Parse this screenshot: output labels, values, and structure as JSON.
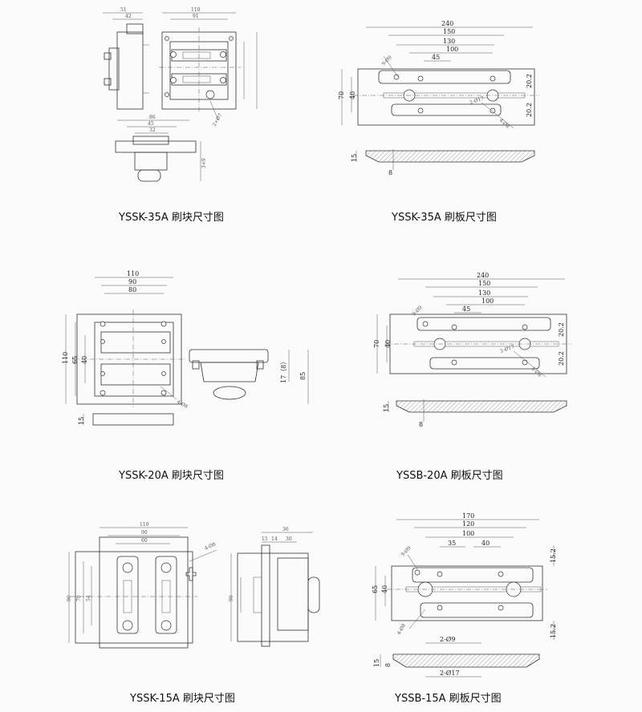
{
  "captions": {
    "p1": "YSSK-35A 刷块尺寸图",
    "p2": "YSSK-35A 刷板尺寸图",
    "p3": "YSSK-20A 刷块尺寸图",
    "p4": "YSSB-20A 刷板尺寸图",
    "p5": "YSSK-15A 刷块尺寸图",
    "p6": "YSSB-15A 刷板尺寸图"
  },
  "p1_dims": {
    "a": "51",
    "b": "42",
    "c": "110",
    "d": "91",
    "e": "2×Ø7",
    "f": "86",
    "g": "45",
    "h": "32",
    "i": "3×9"
  },
  "p2_dims": {
    "w240": "240",
    "w150": "150",
    "w130": "130",
    "w100": "100",
    "w45": "45",
    "h70": "70",
    "h40": "40",
    "r202a": "20.2",
    "r202b": "20.2",
    "hole9": "9-Ø9",
    "hole17": "2-Ø17",
    "hole8": "4-Ø8",
    "t15": "15",
    "t8": "8"
  },
  "p3_dims": {
    "w110": "110",
    "w90": "90",
    "w80": "80",
    "h110": "110",
    "h65": "65",
    "h40": "40",
    "r8": "4-Ø8",
    "h17": "17（8）",
    "h85": "85",
    "t15": "15"
  },
  "p4_dims": {
    "w240": "240",
    "w150": "150",
    "w130": "130",
    "w100": "100",
    "w45": "45",
    "h70": "70",
    "h40": "40",
    "r202a": "20.2",
    "r202b": "20.2",
    "hole9": "9-Ø9",
    "hole17": "2-Ø17",
    "hole8": "4-Ø8",
    "t15": "15",
    "t8": "8"
  },
  "p5_dims": {
    "w110": "110",
    "w90": "90",
    "w60": "60",
    "h90": "90",
    "h70": "70",
    "h54": "54",
    "holes": "4-Ø8",
    "s15": "15",
    "s30": "30",
    "s36": "36",
    "s90": "90",
    "s14": "14"
  },
  "p6_dims": {
    "w170": "170",
    "w120": "120",
    "w100": "100",
    "w35": "35",
    "w40": "40",
    "h65": "65",
    "h40": "40",
    "r152a": "15.2",
    "r152b": "15.2",
    "hole9": "9-Ø9",
    "hole8": "4-Ø8",
    "t15": "15",
    "t8": "8",
    "c9": "2-Ø9",
    "c17": "2-Ø17"
  }
}
